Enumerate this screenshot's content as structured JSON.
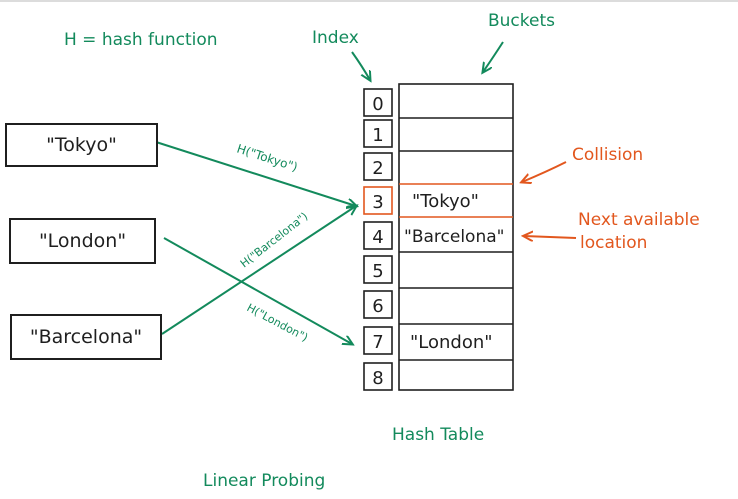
{
  "title": "Linear Probing",
  "hash_def": "H = hash function",
  "labels": {
    "index": "Index",
    "buckets": "Buckets",
    "hash_table": "Hash Table",
    "collision": "Collision",
    "next_available_1": "Next available",
    "next_available_2": "location"
  },
  "keys": [
    "\"Tokyo\"",
    "\"London\"",
    "\"Barcelona\""
  ],
  "hash_calls": [
    "H(\"Tokyo\")",
    "H(\"Barcelona\")",
    "H(\"London\")"
  ],
  "indices": [
    "0",
    "1",
    "2",
    "3",
    "4",
    "5",
    "6",
    "7",
    "8"
  ],
  "buckets": [
    "",
    "",
    "",
    "\"Tokyo\"",
    "\"Barcelona\"",
    "",
    "",
    "\"London\"",
    ""
  ],
  "colors": {
    "green": "#138a5c",
    "orange": "#e2571e",
    "ink": "#1f1f1f"
  }
}
